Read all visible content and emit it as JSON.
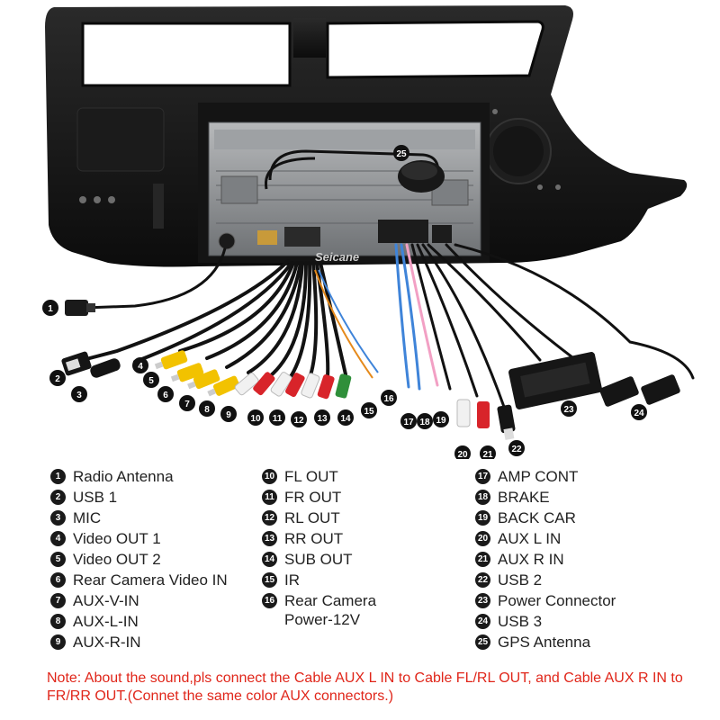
{
  "diagram": {
    "watermark": "Seicane",
    "callouts": [
      "1",
      "2",
      "3",
      "4",
      "5",
      "6",
      "7",
      "8",
      "9",
      "10",
      "11",
      "12",
      "13",
      "14",
      "15",
      "16",
      "17",
      "18",
      "19",
      "20",
      "21",
      "22",
      "23",
      "24",
      "25"
    ]
  },
  "legend": {
    "col1": [
      {
        "num": "1",
        "label": "Radio Antenna"
      },
      {
        "num": "2",
        "label": "USB 1"
      },
      {
        "num": "3",
        "label": "MIC"
      },
      {
        "num": "4",
        "label": "Video OUT 1"
      },
      {
        "num": "5",
        "label": "Video OUT 2"
      },
      {
        "num": "6",
        "label": "Rear Camera Video IN"
      },
      {
        "num": "7",
        "label": "AUX-V-IN"
      },
      {
        "num": "8",
        "label": "AUX-L-IN"
      },
      {
        "num": "9",
        "label": "AUX-R-IN"
      }
    ],
    "col2": [
      {
        "num": "10",
        "label": "FL OUT"
      },
      {
        "num": "11",
        "label": "FR OUT"
      },
      {
        "num": "12",
        "label": "RL OUT"
      },
      {
        "num": "13",
        "label": "RR OUT"
      },
      {
        "num": "14",
        "label": "SUB OUT"
      },
      {
        "num": "15",
        "label": "IR"
      },
      {
        "num": "16",
        "label": "Rear Camera\nPower-12V"
      }
    ],
    "col3": [
      {
        "num": "17",
        "label": "AMP CONT"
      },
      {
        "num": "18",
        "label": "BRAKE"
      },
      {
        "num": "19",
        "label": "BACK CAR"
      },
      {
        "num": "20",
        "label": "AUX L IN"
      },
      {
        "num": "21",
        "label": "AUX R IN"
      },
      {
        "num": "22",
        "label": "USB 2"
      },
      {
        "num": "23",
        "label": "Power Connector"
      },
      {
        "num": "24",
        "label": "USB 3"
      },
      {
        "num": "25",
        "label": "GPS Antenna"
      }
    ]
  },
  "note": "Note: About the sound,pls connect the Cable AUX L IN to Cable FL/RL OUT, and Cable AUX R IN to  FR/RR OUT.(Connet the same color AUX connectors.)",
  "colors": {
    "frame": "#161616",
    "metal": "#8a8c8f",
    "note": "#e0261a",
    "rca_yellow": "#f2c200",
    "rca_red": "#d8242a",
    "rca_white": "#f1f1f1",
    "rca_green": "#2f8f3a",
    "rca_orange": "#e58a1c"
  }
}
